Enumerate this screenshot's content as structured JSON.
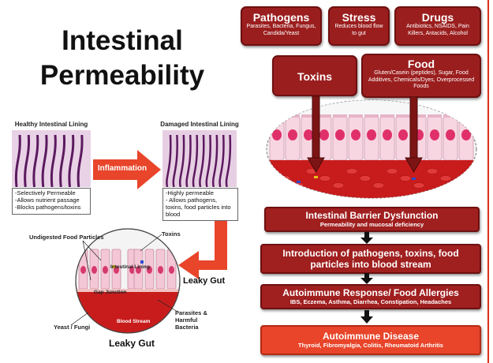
{
  "title": {
    "line1": "Intestinal",
    "line2": "Permeability"
  },
  "causes": [
    {
      "heading": "Pathogens",
      "detail": "Parasites, Bacteria, Fungus, Candida/Yeast"
    },
    {
      "heading": "Stress",
      "detail": "Reduces blood flow to gut"
    },
    {
      "heading": "Drugs",
      "detail": "Antibiotics, NSAIDS, Pain Killers, Antacids, Alcohol"
    },
    {
      "heading": "Toxins",
      "detail": ""
    },
    {
      "heading": "Food",
      "detail": "Gluten/Casein (peptides), Sugar, Food Additives, Chemicals/Dyes, Overprocessed Foods"
    }
  ],
  "flow": [
    {
      "heading": "Intestinal Barrier Dysfunction",
      "detail": "Permeability and mucosal deficiency"
    },
    {
      "heading": "Introduction of pathogens, toxins, food particles into blood stream",
      "detail": ""
    },
    {
      "heading": "Autoimmune Response/ Food Allergies",
      "detail": "IBS, Eczema, Asthma, Diarrhea, Constipation, Headaches"
    },
    {
      "heading": "Autoimmune Disease",
      "detail": "Thyroid, Fibromyalgia, Colitis, Rheumatoid Arthritis"
    }
  ],
  "healthy": {
    "label": "Healthy Intestinal Lining",
    "bullets": [
      "-Selectively Permeable",
      "-Allows nutrient passage",
      "-Blocks pathogens/toxins"
    ]
  },
  "damaged": {
    "label": "Damaged Intestinal Lining",
    "bullets": [
      "-Highly permeable",
      "- Allows pathogens, toxins, food particles into blood"
    ]
  },
  "arrow_labels": {
    "inflammation": "Inflammation",
    "leaky_gut": "Leaky Gut"
  },
  "leaky_diagram": {
    "undigested": "Undigested Food Particles",
    "toxins": "Toxins",
    "lining": "Intestinal Lining",
    "gap": "Gap Junction",
    "parasites": "Parasites & Harmful Bacteria",
    "yeast": "Yeast / Fungi",
    "blood": "Blood Stream",
    "caption": "Leaky Gut"
  },
  "colors": {
    "dark_red": "#9b1e1e",
    "arrow_red": "#e8452a",
    "final_orange": "#e8452a",
    "border_red": "#d9301a"
  }
}
